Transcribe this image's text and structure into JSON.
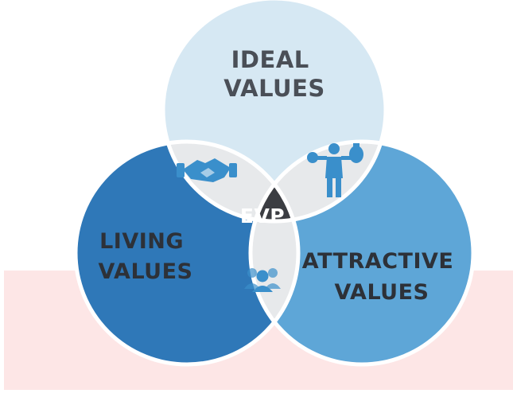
{
  "diagram": {
    "type": "venn",
    "circles": [
      {
        "id": "ideal",
        "lines": [
          "IDEAL",
          "VALUES"
        ],
        "fill": "#d6e8f3",
        "text_color": "#4a4f57"
      },
      {
        "id": "living",
        "lines": [
          "LIVING",
          "VALUES"
        ],
        "fill": "#2f78b8",
        "text_color": "#2d3138"
      },
      {
        "id": "attractive",
        "lines": [
          "ATTRACTIVE",
          "VALUES"
        ],
        "fill": "#5ea6d7",
        "text_color": "#2d3138"
      }
    ],
    "center": {
      "label": "EVP",
      "fill": "#3b3d42",
      "text_color": "#ffffff"
    },
    "overlap_icons": [
      {
        "between": "ideal-living",
        "icon": "handshake-icon"
      },
      {
        "between": "ideal-attractive",
        "icon": "businessman-money-icon"
      },
      {
        "between": "living-attractive",
        "icon": "team-icon"
      }
    ],
    "overlap_fill": "#e7e9eb",
    "icon_color": "#3a8fcb"
  },
  "background": {
    "band_color": "#fde6e6"
  }
}
